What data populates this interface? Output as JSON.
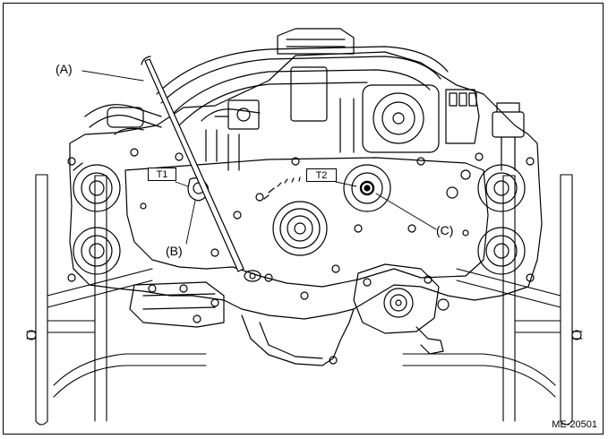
{
  "callouts": {
    "a": "(A)",
    "b": "(B)",
    "c": "(C)"
  },
  "tags": {
    "t1": "T1",
    "t2": "T2"
  },
  "figure_id": "ME-20501",
  "colors": {
    "line": "#000000",
    "background": "#ffffff"
  }
}
